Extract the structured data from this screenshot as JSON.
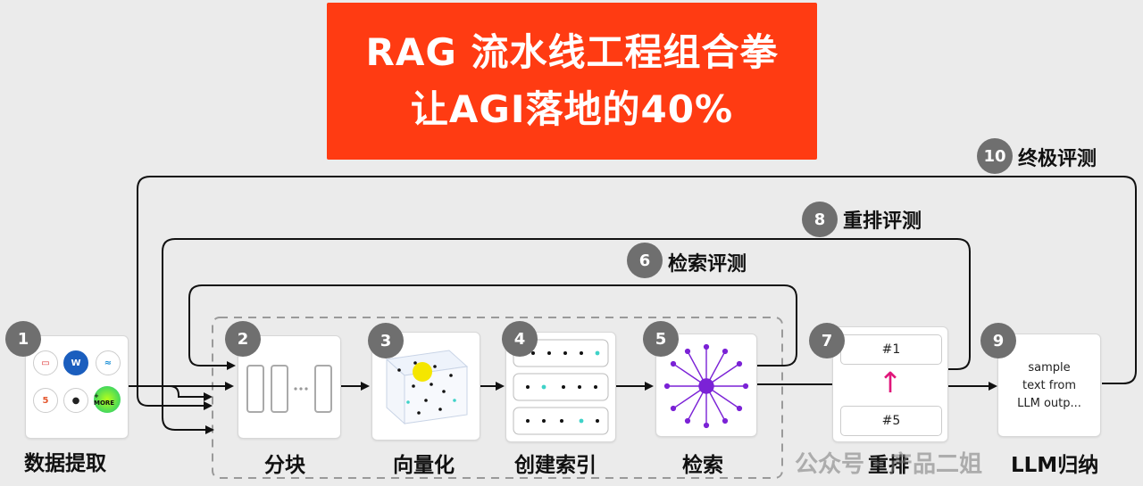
{
  "title": {
    "line1": "RAG 流水线工程组合拳",
    "line2": "让AGI落地的40%",
    "bg_color": "#ff3b12"
  },
  "stages": [
    {
      "num": "1",
      "label": "数据提取"
    },
    {
      "num": "2",
      "label": "分块"
    },
    {
      "num": "3",
      "label": "向量化"
    },
    {
      "num": "4",
      "label": "创建索引"
    },
    {
      "num": "5",
      "label": "检索"
    },
    {
      "num": "7",
      "label": "重排"
    },
    {
      "num": "9",
      "label": "LLM归纳"
    }
  ],
  "evals": [
    {
      "num": "6",
      "label": "检索评测"
    },
    {
      "num": "8",
      "label": "重排评测"
    },
    {
      "num": "10",
      "label": "终极评测"
    }
  ],
  "extract_icons": [
    "pdf-icon",
    "word-icon",
    "web-icon",
    "html5-icon",
    "github-icon",
    "more-icon"
  ],
  "extract_more_label": "+ MORE",
  "rerank": {
    "top": "#1",
    "bottom": "#5",
    "arrow": "↑",
    "arrow_color": "#e0167a"
  },
  "llm_output": {
    "line1": "sample",
    "line2": "text from",
    "line3": "LLM outp..."
  },
  "watermark": "公众号 · 产品二姐",
  "colors": {
    "accent_vector": "#f5e600",
    "accent_index": "#3fd2c8",
    "accent_retrieval": "#7b22d6",
    "badge": "#6f6f6f"
  }
}
